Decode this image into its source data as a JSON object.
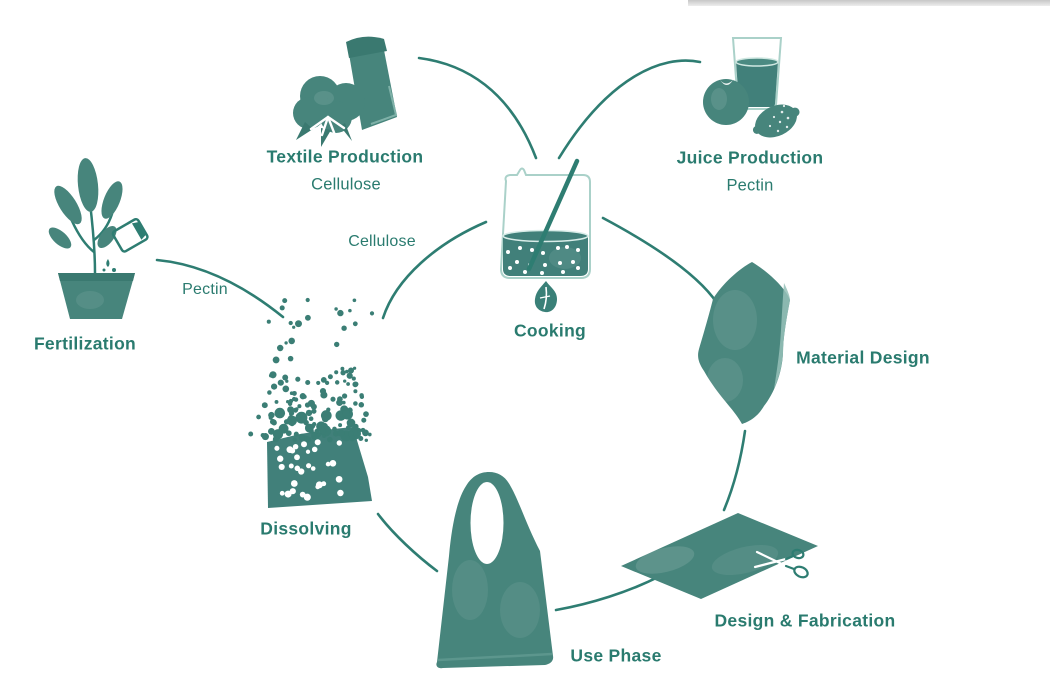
{
  "palette": {
    "text_teal": "#2a7b6f",
    "stroke_teal": "#2e7d72",
    "fill_teal": "#47857c",
    "liquid_teal": "#41807a",
    "light_outline": "#aad1c9",
    "top_bar_gray": "#d9d9d9"
  },
  "nodes": {
    "textile": {
      "label": "Textile Production",
      "sublabel": "Cellulose"
    },
    "juice": {
      "label": "Juice Production",
      "sublabel": "Pectin"
    },
    "cooking": {
      "label": "Cooking"
    },
    "material": {
      "label": "Material Design"
    },
    "fabrication": {
      "label": "Design & Fabrication"
    },
    "use": {
      "label": "Use Phase"
    },
    "dissolving": {
      "label": "Dissolving"
    },
    "fertilization": {
      "label": "Fertilization"
    }
  },
  "edges": {
    "cellulose": {
      "label": "Cellulose"
    },
    "pectin": {
      "label": "Pectin"
    }
  }
}
